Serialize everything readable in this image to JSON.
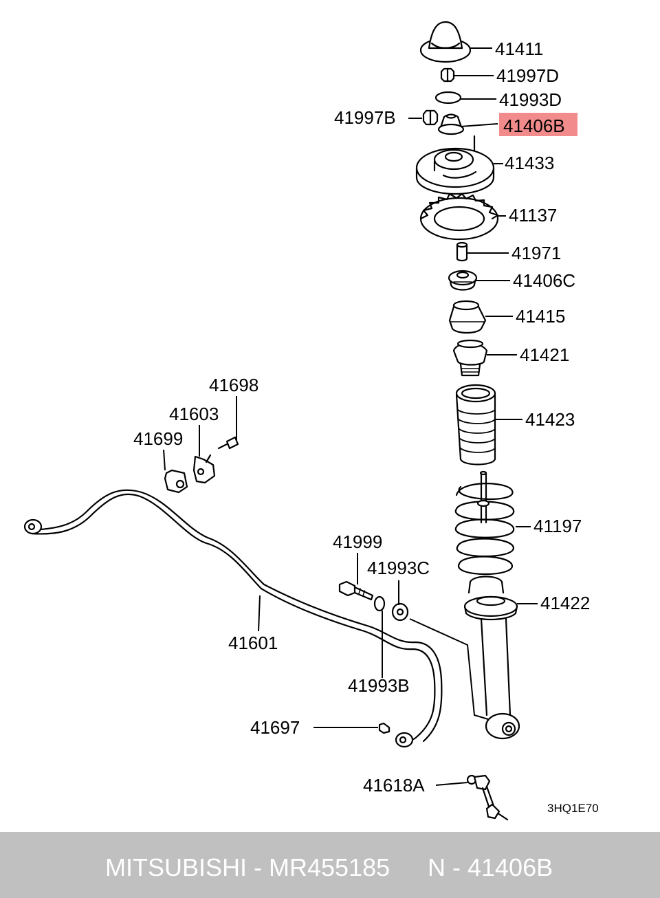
{
  "diagram": {
    "code": "3HQ1E70",
    "highlight_color": "#f28b8b",
    "labels": {
      "p41411": "41411",
      "p41997D": "41997D",
      "p41993D": "41993D",
      "p41997B": "41997B",
      "p41406B": "41406B",
      "p41433": "41433",
      "p41137": "41137",
      "p41971": "41971",
      "p41406C": "41406C",
      "p41415": "41415",
      "p41421": "41421",
      "p41423": "41423",
      "p41197": "41197",
      "p41422": "41422",
      "p41698": "41698",
      "p41603": "41603",
      "p41699": "41699",
      "p41999": "41999",
      "p41993C": "41993C",
      "p41601": "41601",
      "p41993B": "41993B",
      "p41697": "41697",
      "p41618A": "41618A"
    }
  },
  "footer": {
    "brand_part": "MITSUBISHI - MR455185",
    "ref": "N - 41406B",
    "background": "#c0c0c0"
  }
}
